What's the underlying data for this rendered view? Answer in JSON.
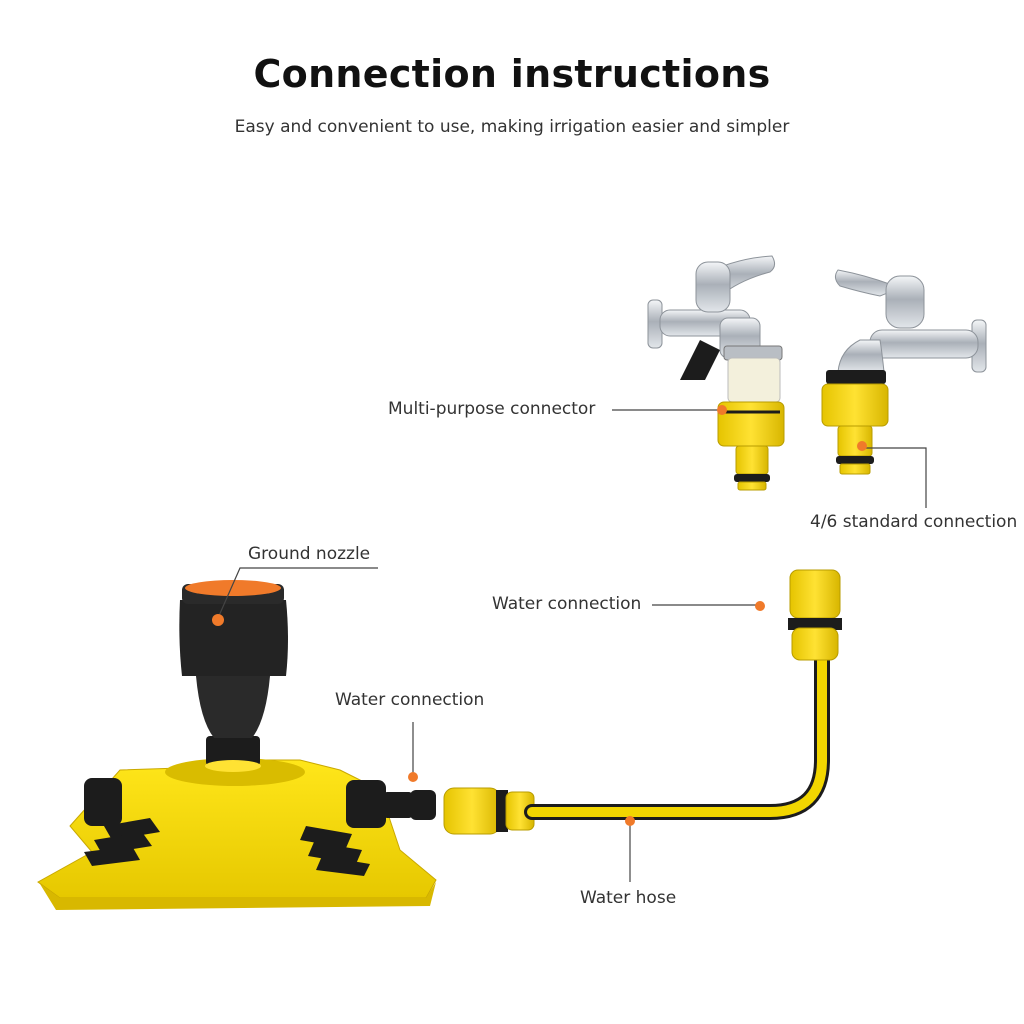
{
  "header": {
    "title": "Connection instructions",
    "subtitle": "Easy and convenient to use, making irrigation easier and simpler"
  },
  "labels": {
    "multi_purpose_connector": "Multi-purpose connector",
    "standard_connection": "4/6 standard connection",
    "ground_nozzle": "Ground nozzle",
    "water_connection_top": "Water connection",
    "water_connection_left": "Water connection",
    "water_hose": "Water hose"
  },
  "colors": {
    "yellow": "#f2d600",
    "yellow_dark": "#c9a800",
    "black": "#1c1c1c",
    "orange_dot": "#f07a2a",
    "chrome": "#c8ccd2",
    "leader": "#444444"
  }
}
